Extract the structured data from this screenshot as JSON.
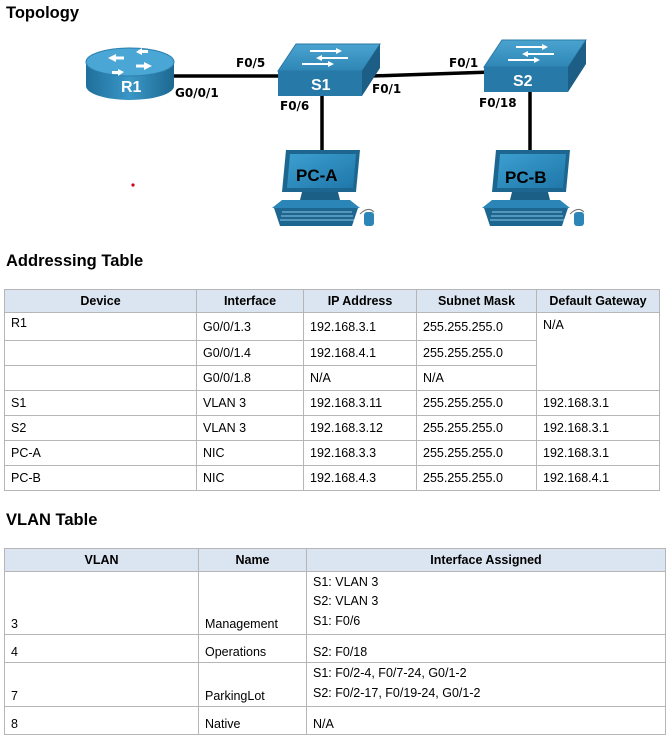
{
  "topology": {
    "heading": "Topology",
    "devices": {
      "r1": "R1",
      "s1": "S1",
      "s2": "S2",
      "pca": "PC-A",
      "pcb": "PC-B"
    },
    "ports": {
      "r1_g0": "G0/0/1",
      "s1_f05": "F0/5",
      "s1_f06": "F0/6",
      "s1_f01": "F0/1",
      "s2_f01": "F0/1",
      "s2_f018": "F0/18"
    }
  },
  "addressing": {
    "heading": "Addressing Table",
    "columns": [
      "Device",
      "Interface",
      "IP Address",
      "Subnet Mask",
      "Default Gateway"
    ],
    "rows": [
      [
        "R1",
        "G0/0/1.3",
        "192.168.3.1",
        "255.255.255.0",
        "N/A"
      ],
      [
        "",
        "G0/0/1.4",
        "192.168.4.1",
        "255.255.255.0",
        ""
      ],
      [
        "",
        "G0/0/1.8",
        "N/A",
        "N/A",
        ""
      ],
      [
        "S1",
        "VLAN 3",
        "192.168.3.11",
        "255.255.255.0",
        "192.168.3.1"
      ],
      [
        "S2",
        "VLAN 3",
        "192.168.3.12",
        "255.255.255.0",
        "192.168.3.1"
      ],
      [
        "PC-A",
        "NIC",
        "192.168.3.3",
        "255.255.255.0",
        "192.168.3.1"
      ],
      [
        "PC-B",
        "NIC",
        "192.168.4.3",
        "255.255.255.0",
        "192.168.4.1"
      ]
    ]
  },
  "vlan": {
    "heading": "VLAN Table",
    "columns": [
      "VLAN",
      "Name",
      "Interface Assigned"
    ],
    "rows": [
      {
        "vlan": "3",
        "name": "Management",
        "lines": [
          "S1: VLAN 3",
          "S2: VLAN 3",
          "S1: F0/6"
        ]
      },
      {
        "vlan": "4",
        "name": "Operations",
        "lines": [
          "S2: F0/18"
        ]
      },
      {
        "vlan": "7",
        "name": "ParkingLot",
        "lines": [
          "S1: F0/2-4, F0/7-24, G0/1-2",
          "S2: F0/2-17, F0/19-24, G0/1-2"
        ]
      },
      {
        "vlan": "8",
        "name": "Native",
        "lines": [
          "N/A"
        ]
      }
    ]
  },
  "colors": {
    "device_blue": "#2a7fae",
    "device_dark": "#1b5f86",
    "header_fill": "#dbe5f1"
  }
}
